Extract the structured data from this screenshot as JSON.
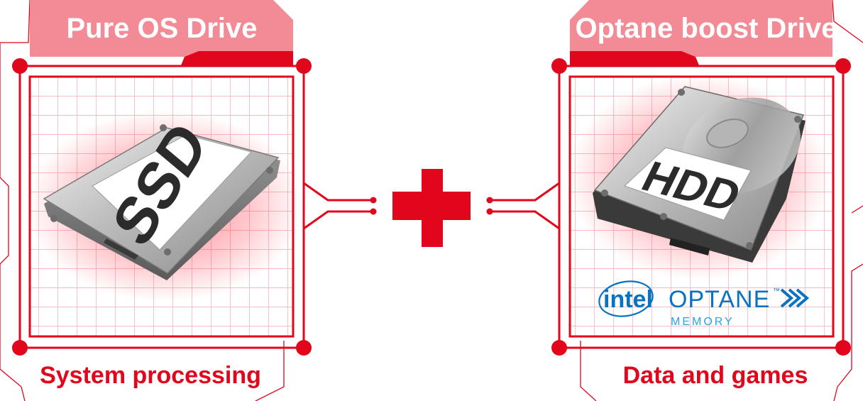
{
  "left": {
    "title": "Pure OS Drive",
    "drive_label": "SSD",
    "caption": "System processing"
  },
  "right": {
    "title": "Optane boost Drive",
    "drive_label": "HDD",
    "caption": "Data and games",
    "brand": {
      "intel": "intel",
      "product": "OPTANE",
      "trademark": "™",
      "sub": "MEMORY"
    }
  },
  "operator": "+",
  "colors": {
    "accent": "#e1061b",
    "title_band": "#f28b96",
    "grid": "#f4a9b1",
    "brand_blue": "#0a72c3"
  }
}
